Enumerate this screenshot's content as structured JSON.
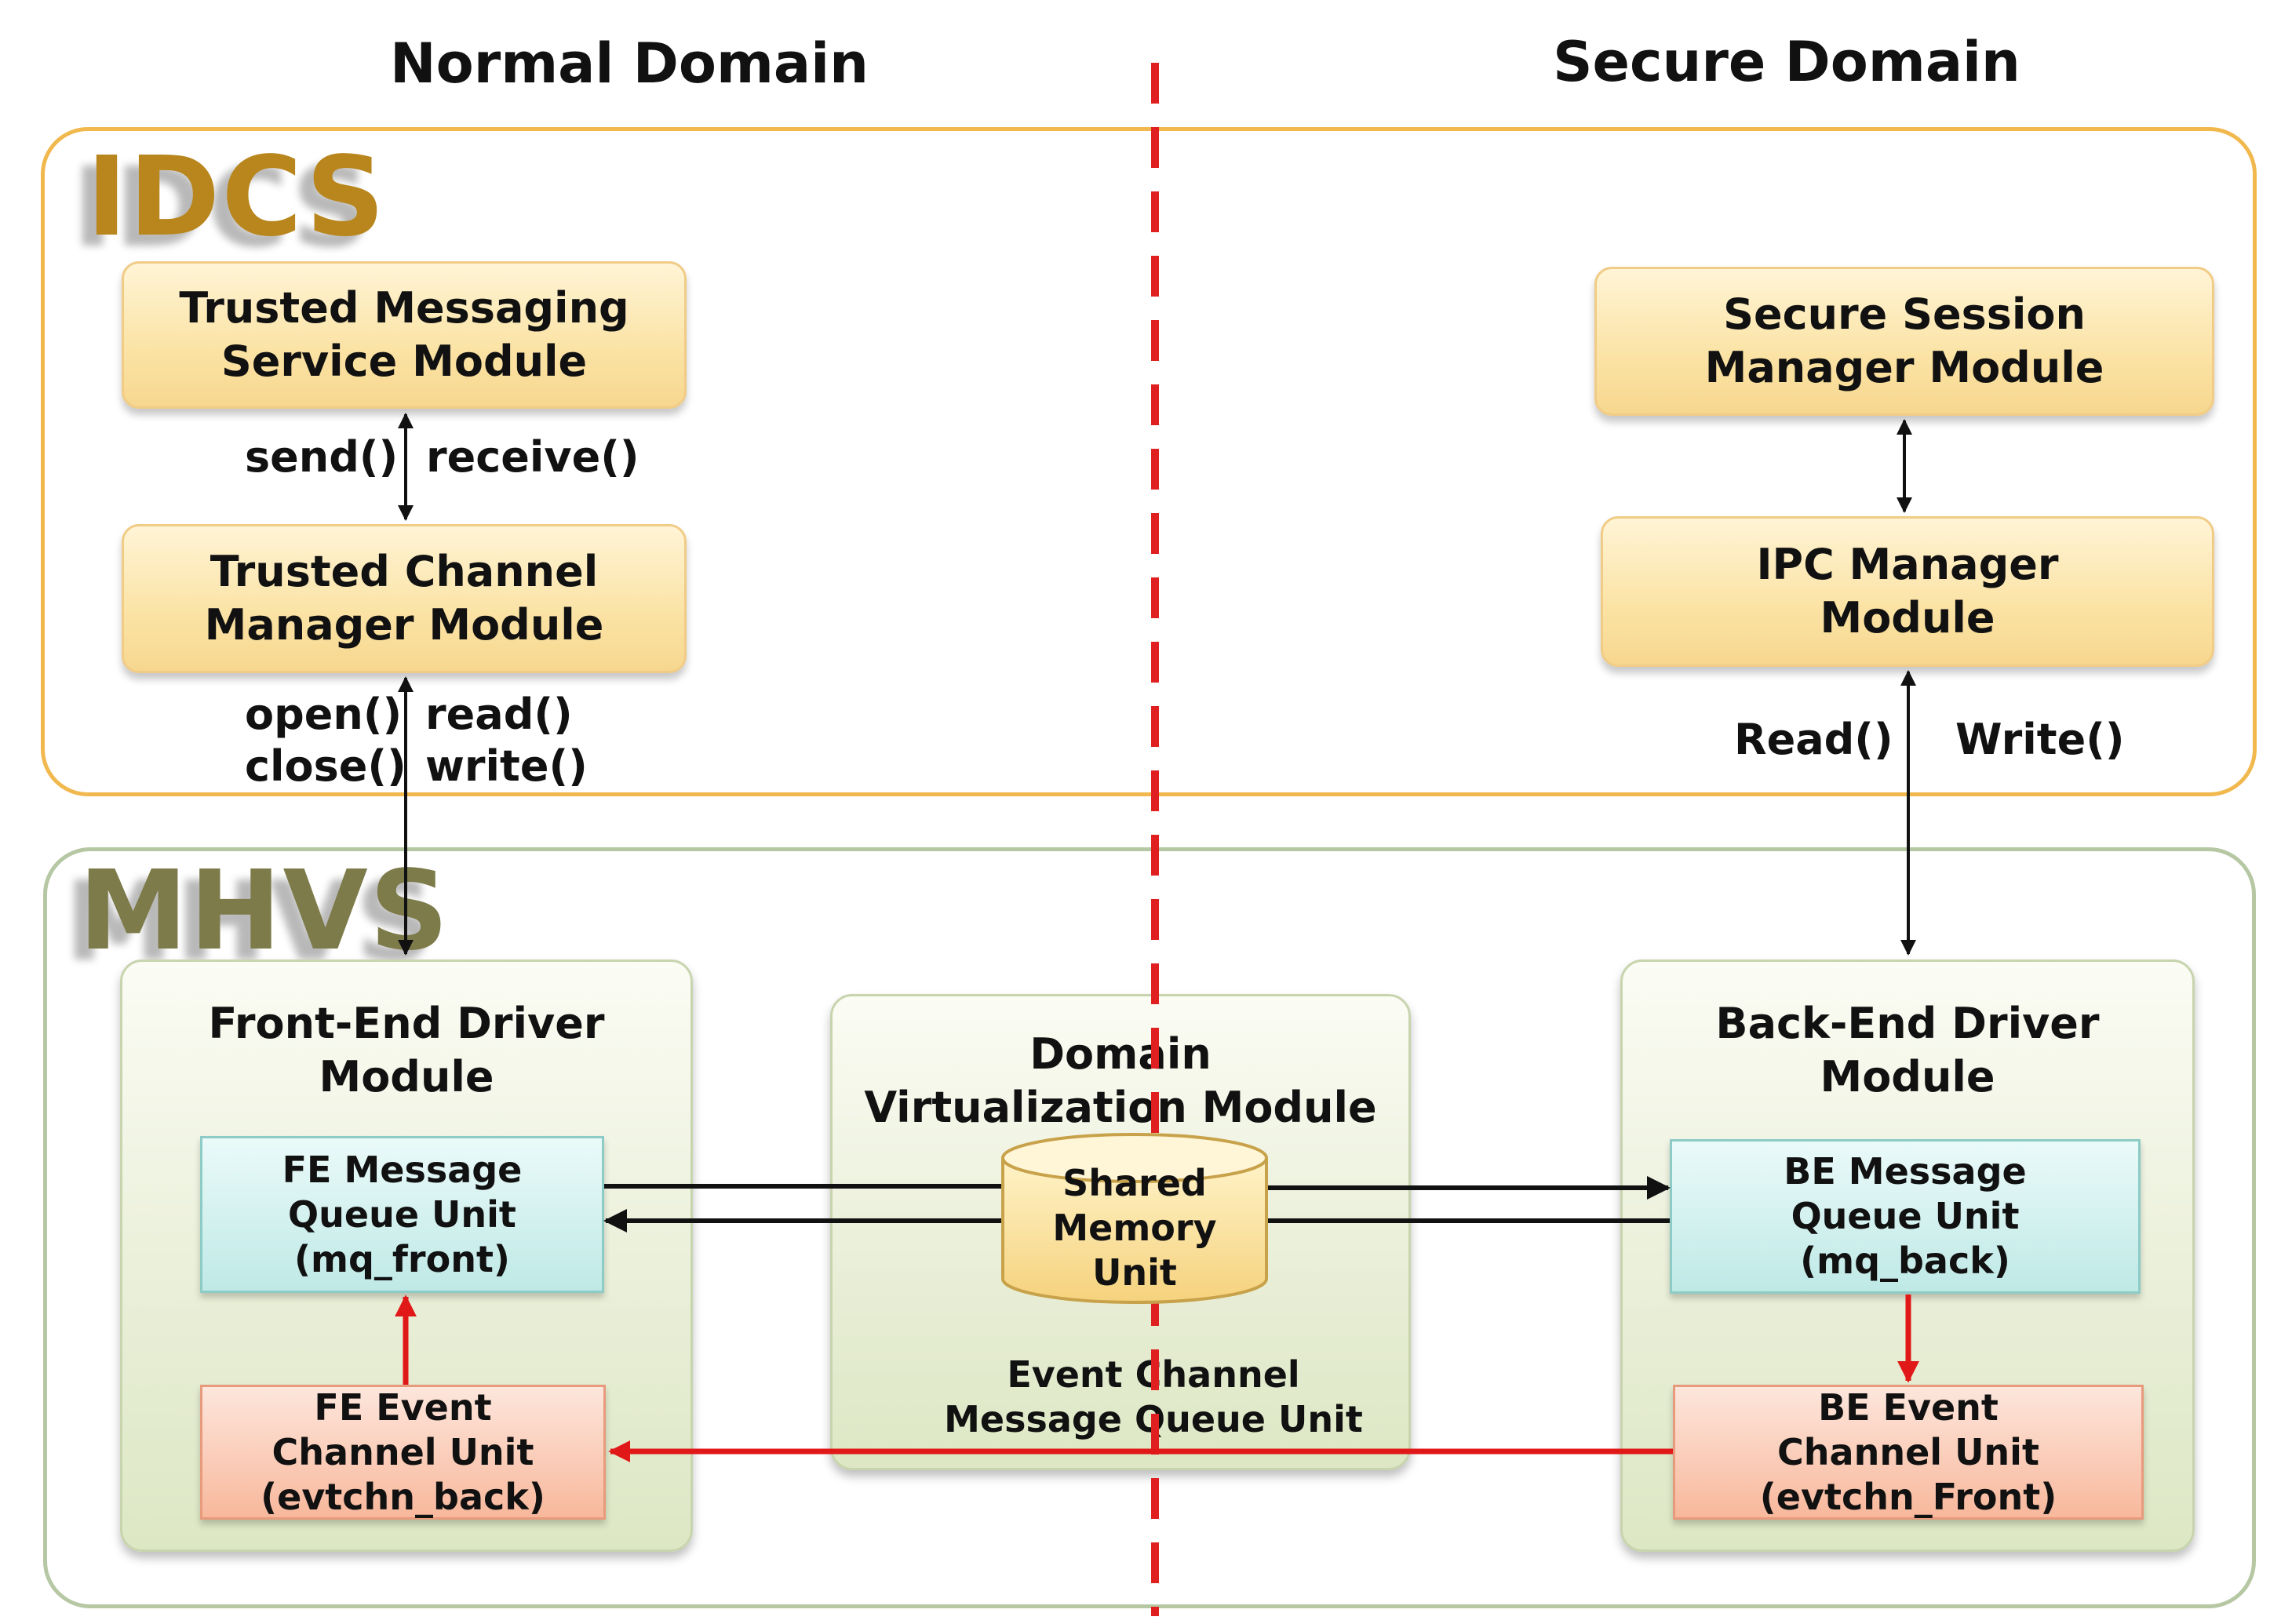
{
  "headings": {
    "normal_domain": "Normal Domain",
    "secure_domain": "Secure Domain"
  },
  "layers": {
    "idcs": "IDCS",
    "mhvs": "MHVS"
  },
  "idcs_modules": {
    "trusted_messaging": "Trusted Messaging\nService Module",
    "trusted_channel": "Trusted Channel\nManager Module",
    "secure_session": "Secure Session\nManager Module",
    "ipc_manager": "IPC Manager\nModule"
  },
  "calls": {
    "send": "send()",
    "receive": "receive()",
    "open_close": "open()\nclose()",
    "read_write": "read()\nwrite()",
    "read_cap": "Read()",
    "write_cap": "Write()"
  },
  "mhvs_modules": {
    "front_end": "Front-End Driver\nModule",
    "domain_virt": "Domain\nVirtualization Module",
    "back_end": "Back-End Driver\nModule"
  },
  "units": {
    "fe_mq": "FE Message\nQueue Unit\n(mq_front)",
    "fe_evt": "FE Event\nChannel Unit\n(evtchn_back)",
    "shared_memory": "Shared\nMemory\nUnit",
    "event_channel_mq": "Event Channel\nMessage Queue Unit",
    "be_mq": "BE Message\nQueue Unit\n(mq_back)",
    "be_evt": "BE Event\nChannel Unit\n(evtchn_Front)"
  },
  "colors": {
    "idcs_border": "#f1b84e",
    "mhvs_border": "#b6c7a3",
    "divider": "#e02020",
    "event_arrow": "#e01818"
  }
}
